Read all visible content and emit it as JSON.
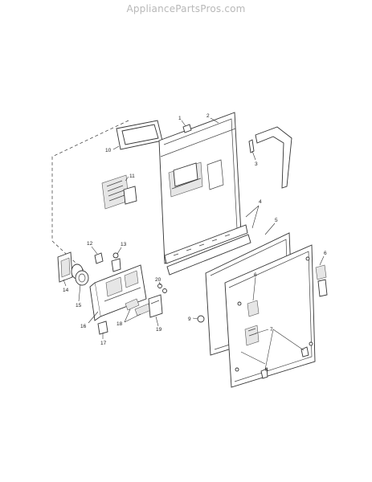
{
  "watermark": "AppliancePartsPros.com",
  "callouts": [
    "1",
    "2",
    "3",
    "4",
    "5",
    "6",
    "6",
    "7",
    "8",
    "9",
    "10",
    "11",
    "12",
    "13",
    "14",
    "15",
    "16",
    "17",
    "18",
    "19",
    "20"
  ]
}
